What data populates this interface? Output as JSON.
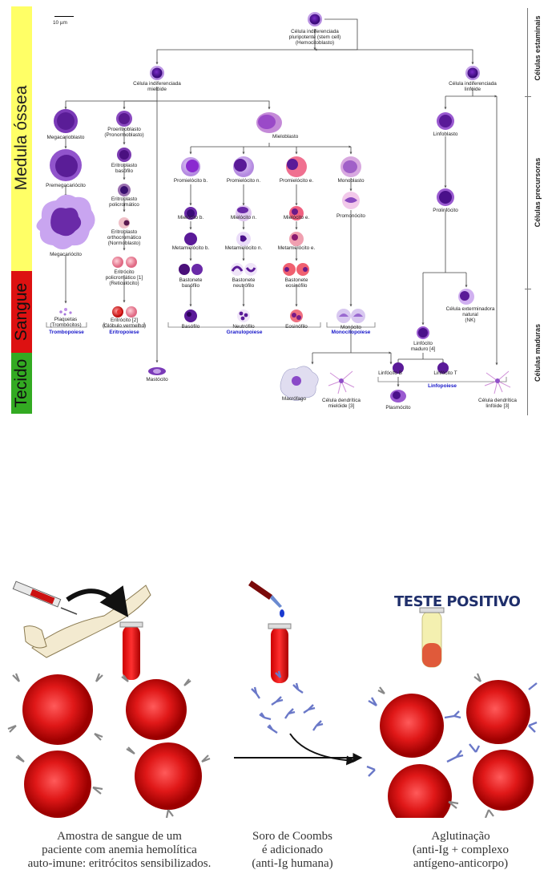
{
  "scale_bar": "10 µm",
  "bands": {
    "medula": "Medula óssea",
    "sangue": "Sangue",
    "tecido": "Tecido",
    "colors": {
      "medula": "#ffff66",
      "sangue": "#dd1111",
      "tecido": "#33aa22"
    }
  },
  "right_labels": {
    "estaminais": "Células estaminais",
    "precursoras": "Células precursoras",
    "maduras": "Células maduras"
  },
  "cells": {
    "stem": "Célula indiferenciada\npluripotente (stem cell)\n(Hemocitoblasto)",
    "mieloide": "Célula indiferenciada\nmielóide",
    "linfoide": "Célula indiferenciada\nlinfóide",
    "megacarioblasto": "Megacarioblasto",
    "premegacariocito": "Premegacariócito",
    "megacariocito": "Megacariócito",
    "plaquetas": "Plaquetas\n(Trombócitos)",
    "proeritroblasto": "Proeritroblasto\n(Pronormoblasto)",
    "eritroblasto_basofilo": "Eritroblasto\nbasófilo",
    "eritroblasto_policromatico": "Eritroblasto\npolicromático",
    "eritroblasto_ortocromatico": "Eritroblasto\northocromático\n(Normoblasto)",
    "reticulocito": "Eritrócito\npolicromático [1]\n(Reticulócito)",
    "eritrocito": "Eritrócito [2]\n(Glóbulo vermelho)",
    "mastocito": "Mastócito",
    "mieloblasto": "Mieloblasto",
    "promielocito_b": "Promielócito b.",
    "promielocito_n": "Promielócito n.",
    "promielocito_e": "Promielócito e.",
    "monoblasto": "Monoblasto",
    "mielocito_b": "Mielócito b.",
    "mielocito_n": "Mielócito n.",
    "mielocito_e": "Mielócito e.",
    "promonocito": "Promonócito",
    "metamielocito_b": "Metamielócito b.",
    "metamielocito_n": "Metamielócito n.",
    "metamielocito_e": "Metamielócito e.",
    "bastonete_basofilo": "Bastonete\nbasófilo",
    "bastonete_neutrofilo": "Bastonete\nneutrófilo",
    "bastonete_eosinofilo": "Bastonete\neosinófilo",
    "basofilo": "Basófilo",
    "neutrofilo": "Neutrófilo",
    "eosinofilo": "Eosinófilo",
    "monocito": "Monócito",
    "macrofago": "Macrófago",
    "dendritica_mieloide": "Célula dendrítica\nmielóide [3]",
    "linfoblasto": "Linfoblasto",
    "prolinfocito": "Prolinfócito",
    "nk": "Célula exterminadora\nnatural\n(NK)",
    "linfocito_maduro": "Linfócito\nmaduro [4]",
    "linfocito_b": "Linfócito B",
    "linfocito_t": "Linfócito T",
    "plasmocito": "Plasmócito",
    "dendritica_linfoide": "Célula dendrítica\nlinfóide [3]"
  },
  "processes": {
    "trombopoiese": "Trombopoiese",
    "eritropoiese": "Eritropoiese",
    "granulopoiese": "Granulopoiese",
    "monocitopoiese": "Monocitopoiese",
    "linfopoiese": "Linfopoiese"
  },
  "coombs": {
    "title": "TESTE POSITIVO",
    "caption1": "Amostra de sangue de um\npaciente com anemia hemolítica\nauto-imune: eritrócitos sensibilizados.",
    "caption2": "Soro de Coombs\né adicionado\n(anti-Ig humana)",
    "caption3": "Aglutinação\n(anti-Ig + complexo\nantígeno-anticorpo)"
  }
}
